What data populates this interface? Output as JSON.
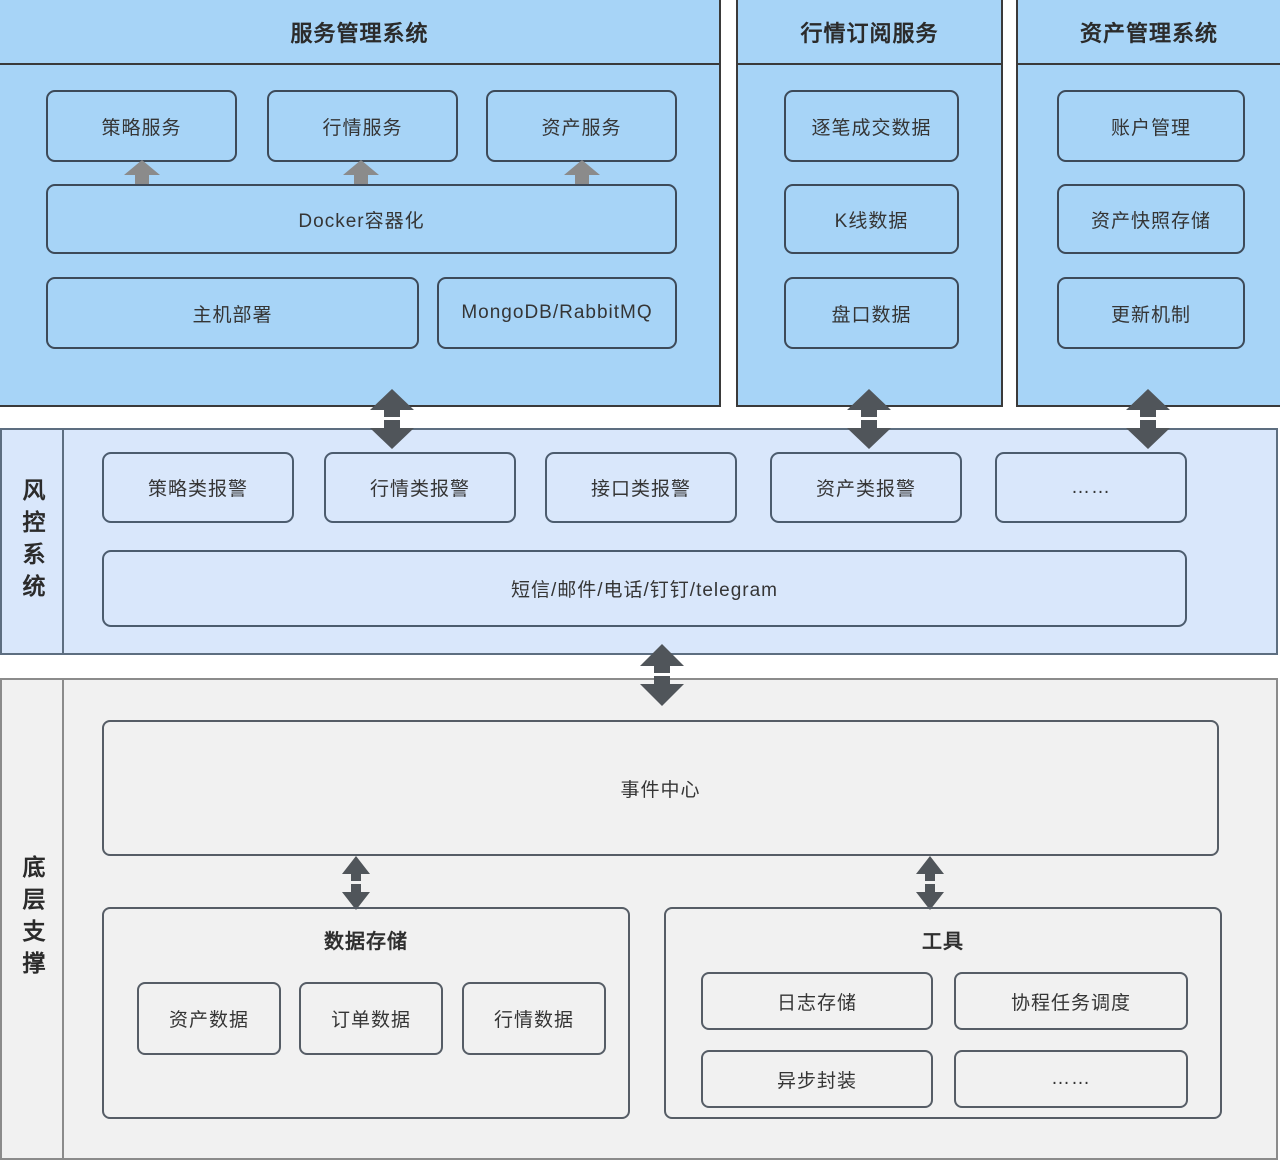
{
  "palette": {
    "top_panel_bg": "#a7d4f7",
    "top_panel_border": "#3a3a3a",
    "blue_box_border": "#3d4a59",
    "mid_bg": "#d9e7fb",
    "mid_border": "#5d6e80",
    "bottom_bg": "#f1f1f1",
    "bottom_border": "#8b8b8b",
    "gray_box_border": "#565d66",
    "double_arrow_color": "#50555a",
    "small_arrow_color": "#8b8b8b",
    "text_color": "#343434"
  },
  "top_panels": {
    "service_mgmt": {
      "title": "服务管理系统",
      "services": [
        "策略服务",
        "行情服务",
        "资产服务"
      ],
      "docker": "Docker容器化",
      "host": "主机部署",
      "middleware": "MongoDB/RabbitMQ"
    },
    "market_sub": {
      "title": "行情订阅服务",
      "items": [
        "逐笔成交数据",
        "K线数据",
        "盘口数据"
      ]
    },
    "asset_mgmt": {
      "title": "资产管理系统",
      "items": [
        "账户管理",
        "资产快照存储",
        "更新机制"
      ]
    }
  },
  "risk_section": {
    "label": "风控系统",
    "alarms": [
      "策略类报警",
      "行情类报警",
      "接口类报警",
      "资产类报警",
      "……"
    ],
    "channels": "短信/邮件/电话/钉钉/telegram"
  },
  "base_section": {
    "label": "底层支撑",
    "event_center": "事件中心",
    "storage": {
      "title": "数据存储",
      "items": [
        "资产数据",
        "订单数据",
        "行情数据"
      ]
    },
    "tools": {
      "title": "工具",
      "items": [
        "日志存储",
        "协程任务调度",
        "异步封装",
        "……"
      ]
    }
  }
}
